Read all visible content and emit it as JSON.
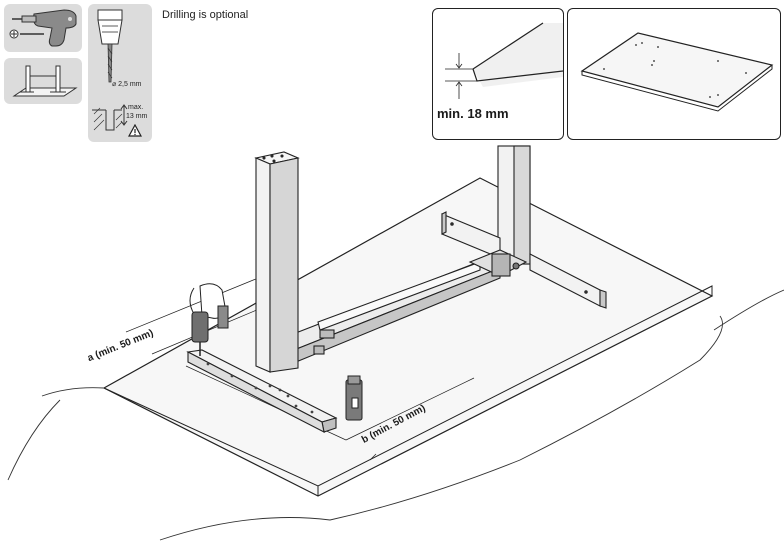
{
  "tools": {
    "note": "Drilling is optional",
    "drill_diameter": "⌀ 2,5 mm",
    "max_depth_line1": "max.",
    "max_depth_line2": "13 mm"
  },
  "tabletop_detail": {
    "thickness_label": "min. 18 mm"
  },
  "main_diagram": {
    "margin_a_label": "a (min. 50 mm)",
    "margin_b_label": "b (min. 50 mm)"
  },
  "colors": {
    "panel_bg": "#dcdcdc",
    "line": "#1a1a1a",
    "metal_light": "#f2f2f2",
    "metal_mid": "#d0d0d0",
    "metal_dark": "#9a9a9a"
  },
  "icons": [
    "drill-icon",
    "screw-icon",
    "drill-bit-icon",
    "depth-limit-icon",
    "warning-icon",
    "table-frame-icon"
  ]
}
